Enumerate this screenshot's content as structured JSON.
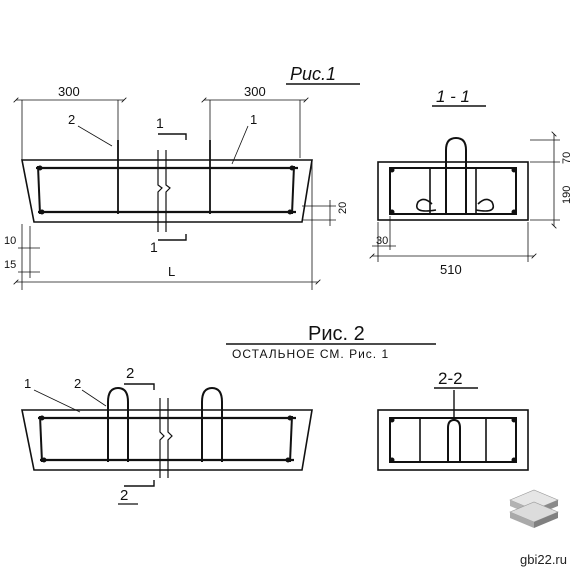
{
  "figures": {
    "fig1": {
      "title": "Рис.1",
      "dimensions": {
        "left_offset": "300",
        "right_offset": "300",
        "depth_lower": "20",
        "cover_10": "10",
        "cover_15": "15",
        "length": "L"
      },
      "callouts": {
        "mesh_1": "1",
        "mesh_2": "2"
      },
      "section_marks": {
        "top": "1",
        "bottom": "1"
      }
    },
    "section_1_1": {
      "title": "1 - 1",
      "dimensions": {
        "top": "70",
        "middle": "190",
        "width": "510",
        "cover": "30"
      }
    },
    "fig2": {
      "title": "Рис. 2",
      "subtitle": "ОСТАЛЬНОЕ СМ. Рис. 1",
      "callouts": {
        "mesh_1": "1",
        "mesh_2": "2"
      },
      "section_marks": {
        "top": "2",
        "bottom": "2"
      }
    },
    "section_2_2": {
      "title": "2-2"
    }
  },
  "watermark": {
    "logo_icon": "stacked-slabs-logo",
    "site": "gbi22.ru"
  },
  "colors": {
    "ink": "#111111",
    "logo_top": "#d9d9d9",
    "logo_side": "#8a8a8a"
  }
}
